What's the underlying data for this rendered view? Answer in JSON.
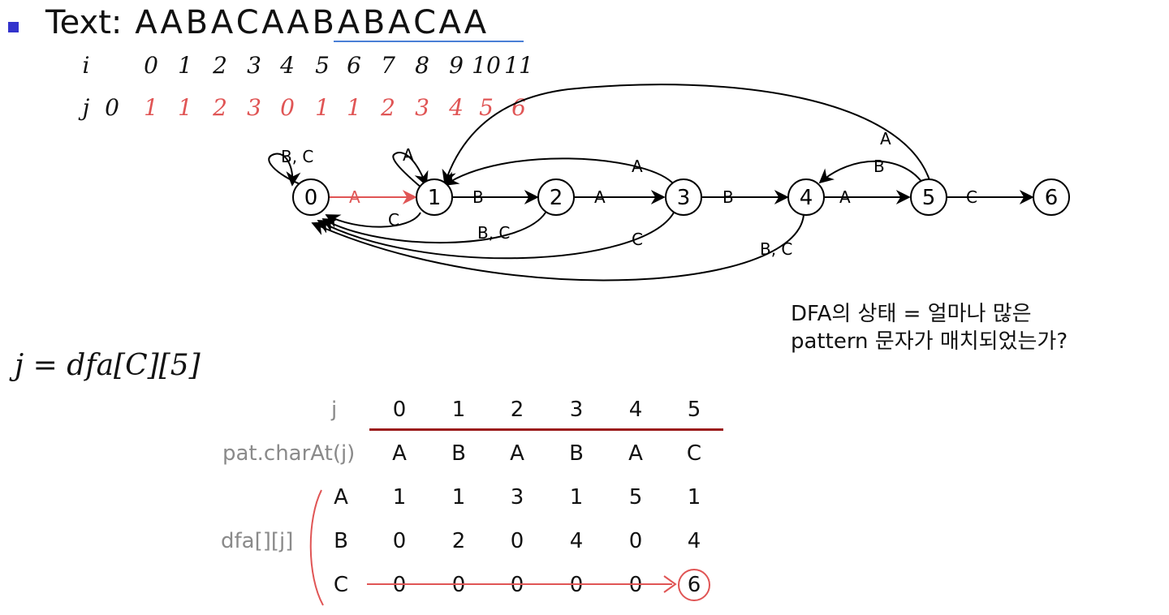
{
  "title": {
    "label": "Text:",
    "chars": [
      "A",
      "A",
      "B",
      "A",
      "C",
      "A",
      "A",
      "B",
      "A",
      "B",
      "A",
      "C",
      "A",
      "A"
    ]
  },
  "indices": {
    "i_label": "i",
    "i_values": [
      "0",
      "1",
      "2",
      "3",
      "4",
      "5",
      "6",
      "7",
      "8",
      "9",
      "10",
      "11"
    ],
    "j_label": "j",
    "j_start": "0",
    "j_values": [
      "1",
      "1",
      "2",
      "3",
      "0",
      "1",
      "1",
      "2",
      "3",
      "4",
      "5",
      "6"
    ]
  },
  "dfa_diagram": {
    "states": [
      "0",
      "1",
      "2",
      "3",
      "4",
      "5",
      "6"
    ],
    "edge_labels": {
      "self0": "B, C",
      "self1": "A",
      "e01": "A",
      "e12": "B",
      "e23": "A",
      "e34": "B",
      "e45": "A",
      "e56": "C",
      "e10": "C",
      "e20": "B, C",
      "e31": "A",
      "e30": "C",
      "e54": "B",
      "e51": "A",
      "e40": "B, C"
    }
  },
  "note": {
    "line1": "DFA의 상태 = 얼마나 많은",
    "line2": "pattern 문자가 매치되었는가?"
  },
  "formula": "j = dfa[C][5]",
  "table": {
    "j_header": "j",
    "columns": [
      "0",
      "1",
      "2",
      "3",
      "4",
      "5"
    ],
    "pattern_label": "pat.charAt(j)",
    "pattern": [
      "A",
      "B",
      "A",
      "B",
      "A",
      "C"
    ],
    "dfa_label": "dfa[][j]",
    "rows": [
      {
        "char": "A",
        "values": [
          "1",
          "1",
          "3",
          "1",
          "5",
          "1"
        ]
      },
      {
        "char": "B",
        "values": [
          "0",
          "2",
          "0",
          "4",
          "0",
          "4"
        ]
      },
      {
        "char": "C",
        "values": [
          "0",
          "0",
          "0",
          "0",
          "0",
          "6"
        ]
      }
    ]
  },
  "colors": {
    "bullet": "#3333cc",
    "underline": "#4a7fd6",
    "annotation_red": "#e05555",
    "note_bg": "#fde68a",
    "table_rule": "#9b1c1c",
    "label_gray": "#8a8a8a"
  }
}
